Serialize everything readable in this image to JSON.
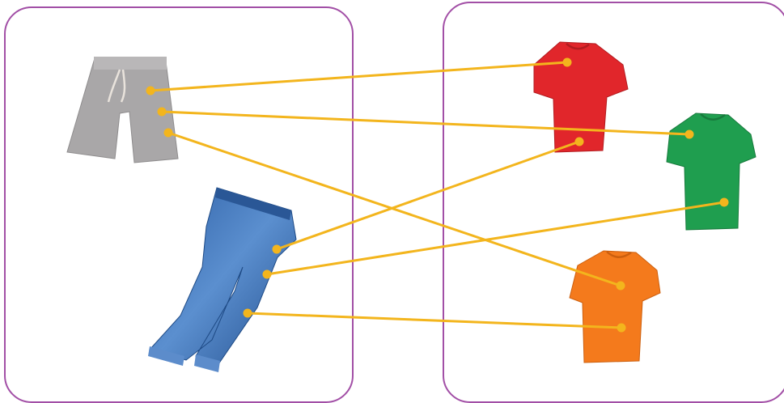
{
  "colors": {
    "panel_border": "#a24fa6",
    "connector": "#f3b51d",
    "shirt_red": "#e1262b",
    "shirt_green": "#1f9e4f",
    "shirt_orange": "#f47a1c",
    "shorts_gray": "#a9a7a8",
    "jeans_blue": "#3a6fb0"
  },
  "items": {
    "left": [
      {
        "id": "gray-shorts",
        "kind": "shorts"
      },
      {
        "id": "blue-jeans",
        "kind": "jeans"
      }
    ],
    "right": [
      {
        "id": "red-tshirt",
        "kind": "t-shirt"
      },
      {
        "id": "green-tshirt",
        "kind": "t-shirt"
      },
      {
        "id": "orange-tshirt",
        "kind": "t-shirt"
      }
    ]
  },
  "pairings": [
    {
      "from": "gray-shorts",
      "to": "red-tshirt"
    },
    {
      "from": "gray-shorts",
      "to": "green-tshirt"
    },
    {
      "from": "gray-shorts",
      "to": "orange-tshirt"
    },
    {
      "from": "blue-jeans",
      "to": "red-tshirt"
    },
    {
      "from": "blue-jeans",
      "to": "green-tshirt"
    },
    {
      "from": "blue-jeans",
      "to": "orange-tshirt"
    }
  ]
}
